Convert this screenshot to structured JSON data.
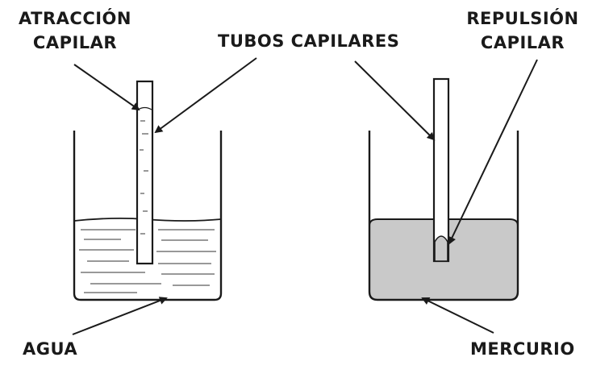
{
  "labels": {
    "atraccion_line1": "ATRACCIÓN",
    "atraccion_line2": "CAPILAR",
    "tubos": "TUBOS CAPILARES",
    "repulsion_line1": "REPULSIÓN",
    "repulsion_line2": "CAPILAR",
    "agua": "AGUA",
    "mercurio": "MERCURIO"
  },
  "colors": {
    "ink": "#1a1a1a",
    "water": "#ffffff",
    "mercury": "#c9c9c9"
  }
}
